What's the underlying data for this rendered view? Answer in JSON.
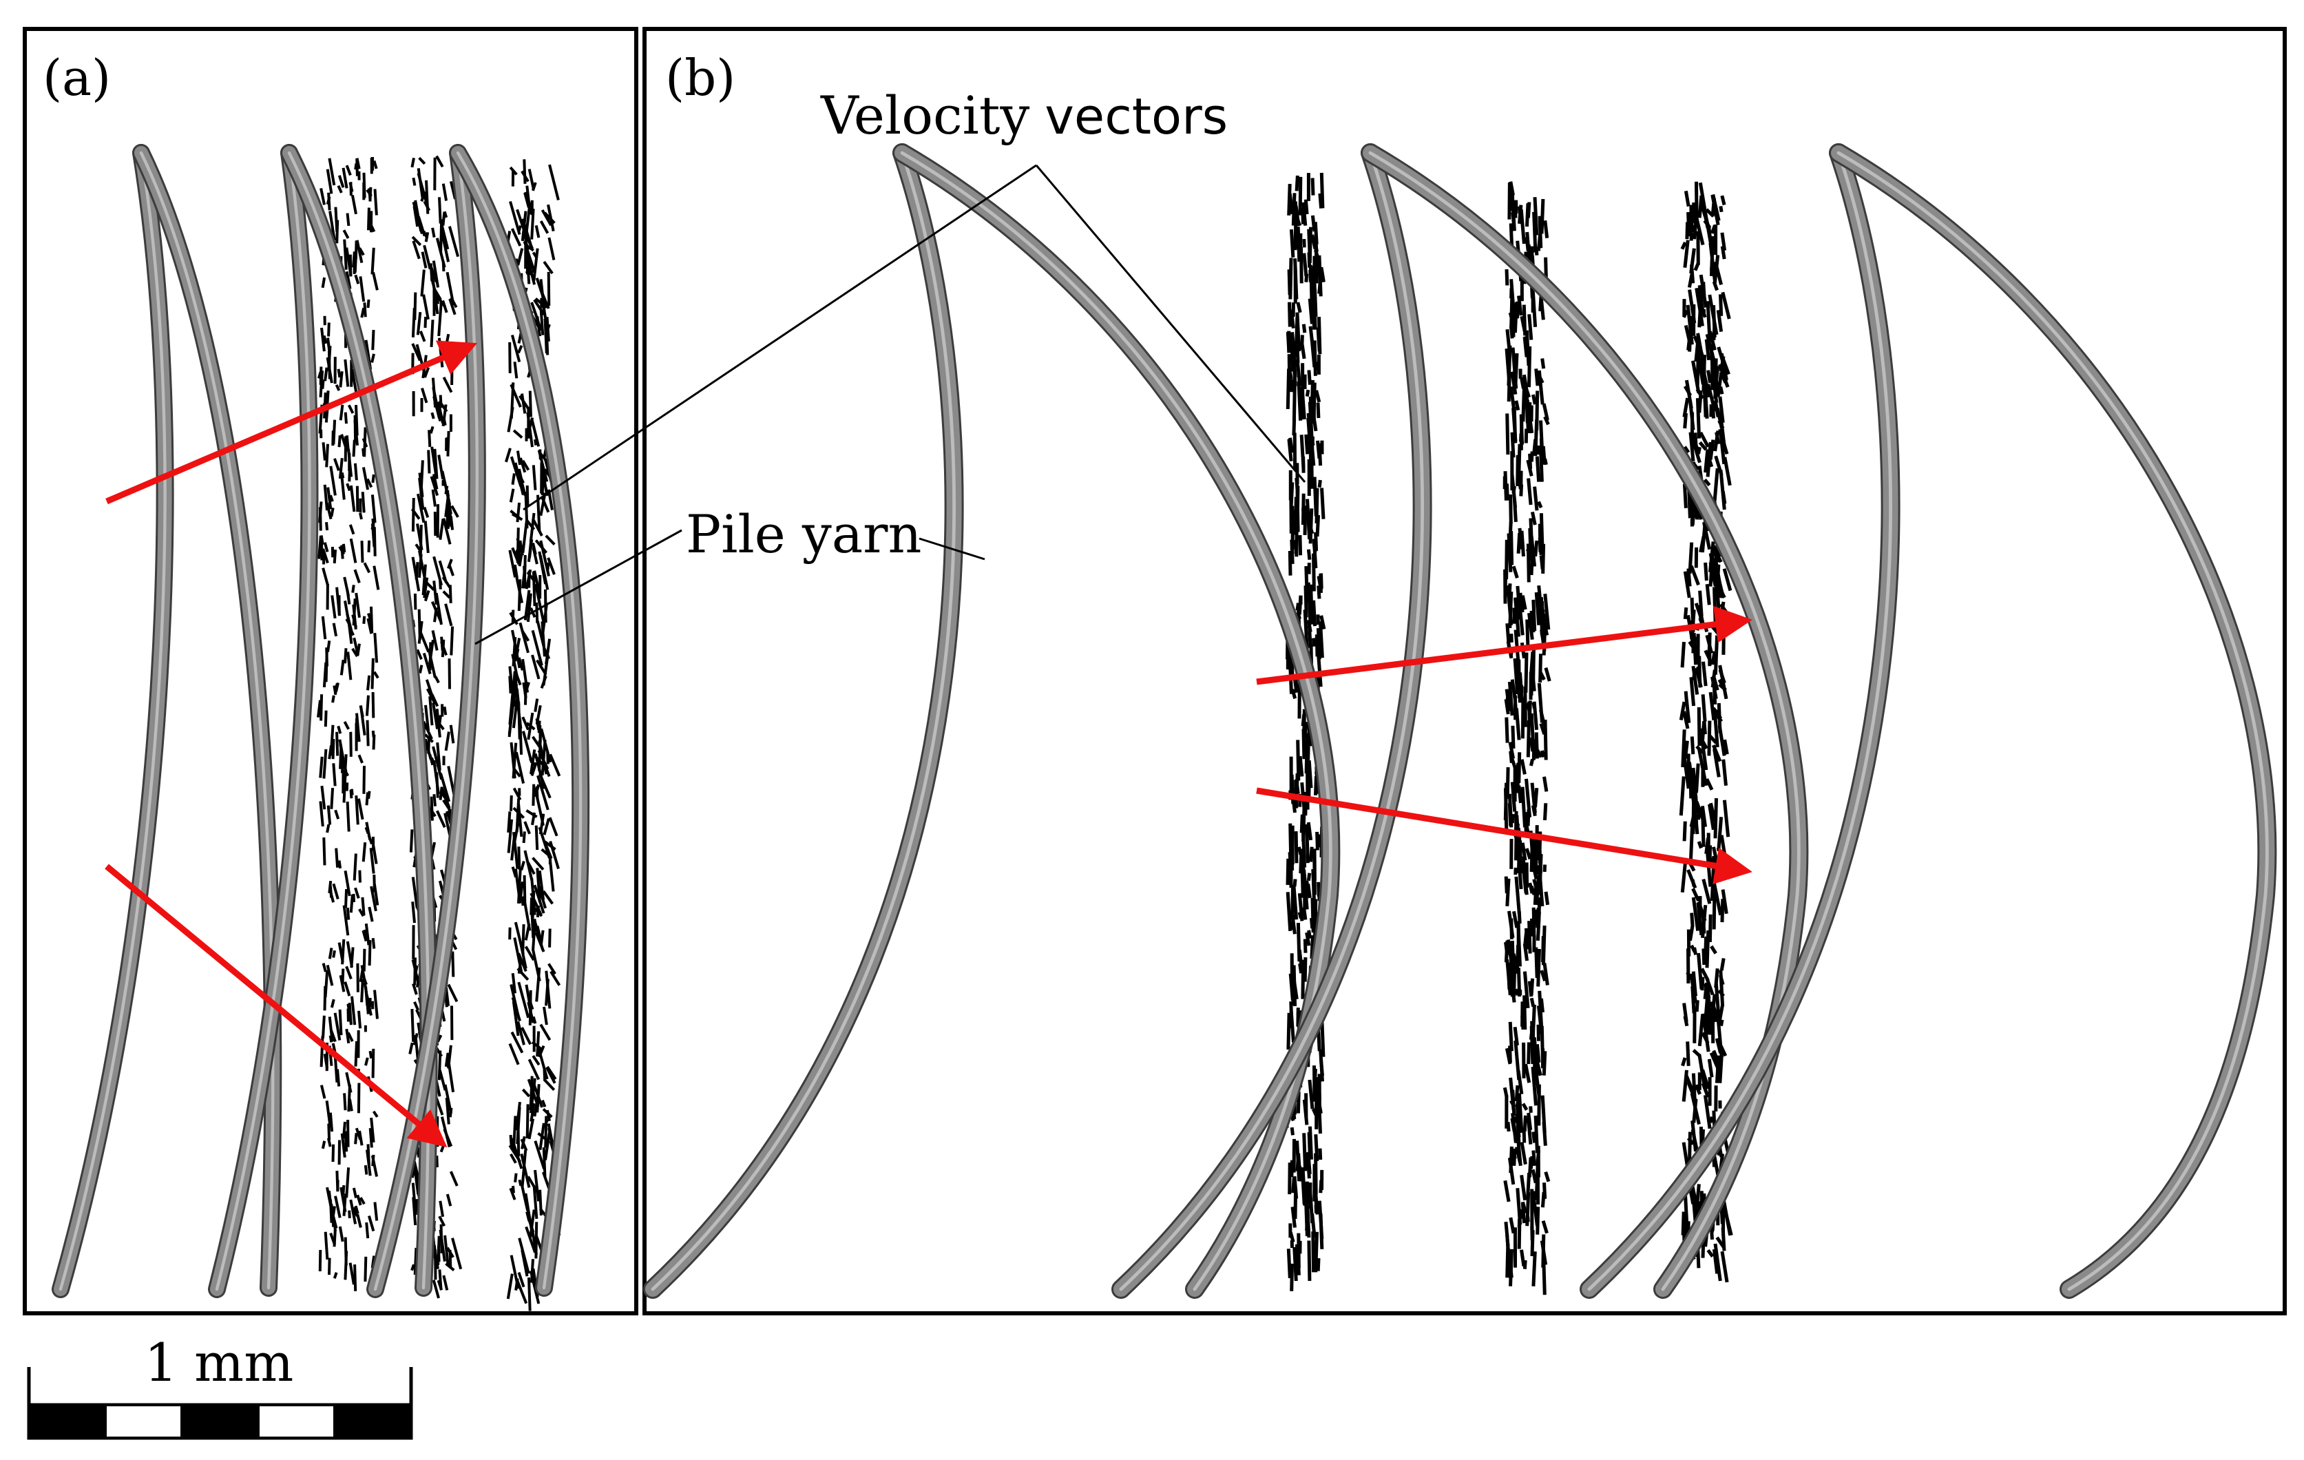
{
  "panels": {
    "a": {
      "label": "(a)"
    },
    "b": {
      "label": "(b)"
    }
  },
  "annotations": {
    "velocity_vectors": {
      "word1": "Velocity",
      "word2": "vectors"
    },
    "pile_yarn": "Pile yarn"
  },
  "scale_bar": {
    "label": "1 mm",
    "segments": 5
  },
  "colors": {
    "yarn_fill": "#8a8a8a",
    "yarn_edge": "#3c3c3c",
    "yarn_highlight": "#c8c8c8",
    "arrow": "#ee1111",
    "vector": "#000000",
    "frame": "#000000"
  }
}
